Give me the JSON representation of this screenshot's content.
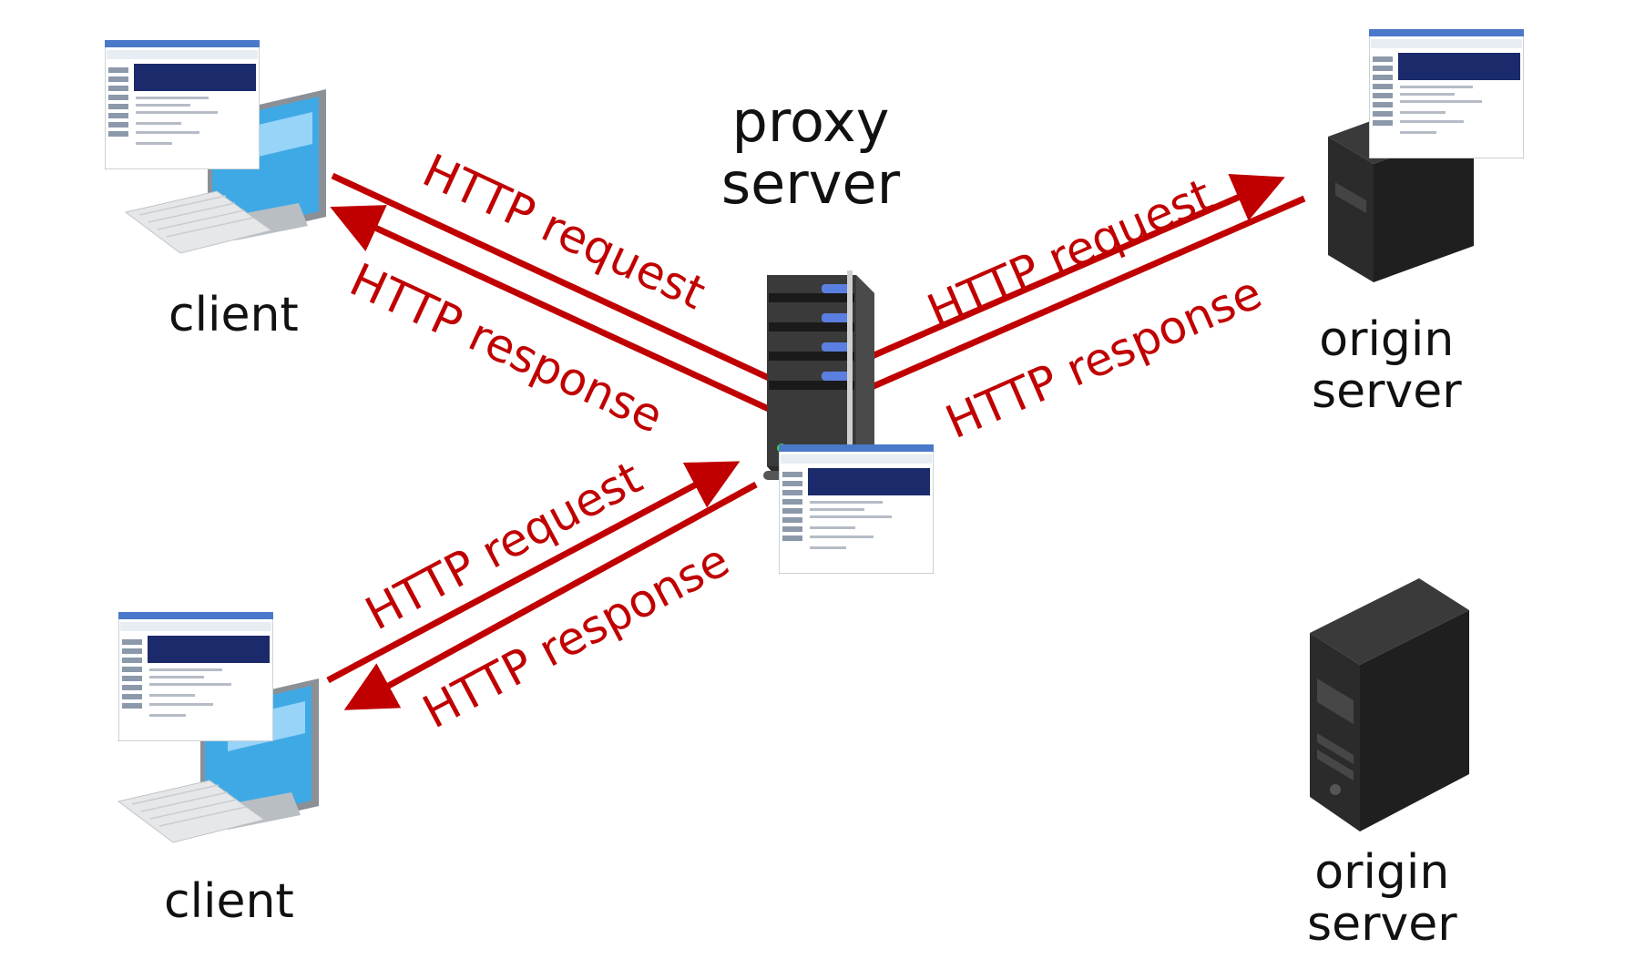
{
  "nodes": {
    "proxy": {
      "line1": "proxy",
      "line2": "server"
    },
    "client_top": {
      "label": "client"
    },
    "client_bottom": {
      "label": "client"
    },
    "origin_top": {
      "line1": "origin",
      "line2": "server"
    },
    "origin_bottom": {
      "line1": "origin",
      "line2": "server"
    }
  },
  "arrows": {
    "top_left_request": "HTTP request",
    "top_left_response": "HTTP response",
    "top_right_request": "HTTP request",
    "top_right_response": "HTTP response",
    "bottom_left_request": "HTTP request",
    "bottom_left_response": "HTTP response"
  },
  "colors": {
    "arrow": "#c00000",
    "monitor_screen": "#3fa9e6",
    "tower_dark": "#1f1f1f",
    "browser_header": "#1b2a6b"
  },
  "icons": [
    "desktop-computer-icon",
    "server-rack-icon",
    "tower-server-icon",
    "web-page-icon"
  ]
}
